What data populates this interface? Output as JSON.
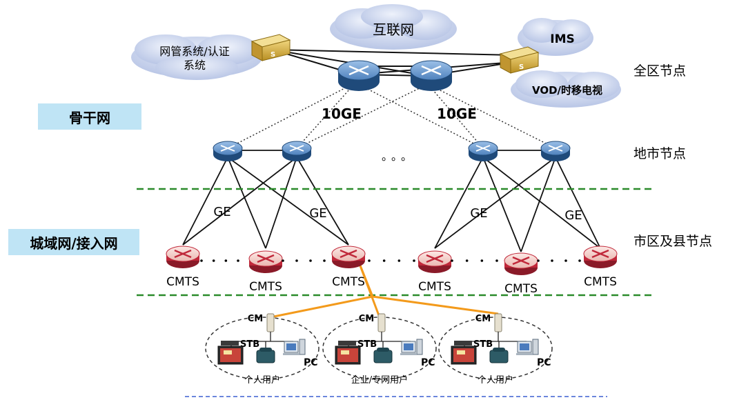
{
  "cloud_internet": "互联网",
  "cloud_nms": "网管系统/认证\n系统",
  "cloud_ims": "IMS",
  "cloud_vod": "VOD/时移电视",
  "label_backbone": "骨干网",
  "label_metro": "城域网/接入网",
  "label_region_node": "全区节点",
  "label_city_node": "地市节点",
  "label_county_node": "市区及县节点",
  "link_10ge_left": "10GE",
  "link_10ge_right": "10GE",
  "link_ge": [
    "GE",
    "GE",
    "GE",
    "GE"
  ],
  "cmts_label": "CMTS",
  "cmts_count": 6,
  "cm_label": "CM",
  "stb_label": "STB",
  "pc_label": "PC",
  "ellipsis_small": "。。。",
  "user_groups": [
    "个人用户",
    "企业/专网用户",
    "个人用户"
  ],
  "colors": {
    "router_blue": "#5b8fc7",
    "router_dark": "#1f4a7a",
    "cmts_red": "#c0283a",
    "cmts_pink": "#f6d6d2",
    "orange_link": "#f39a1b",
    "green_dash": "#2a8a2a",
    "blue_dash": "#3a5fd0",
    "label_box": "#bfe4f5",
    "cloud": "#cfd8f0",
    "switch_gold": "#d9b44a"
  }
}
